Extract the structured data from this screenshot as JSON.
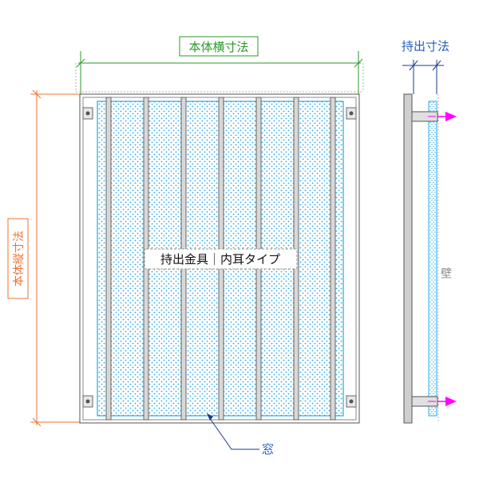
{
  "labels": {
    "width_dim": "本体横寸法",
    "height_dim": "本体縦寸法",
    "projection_dim": "持出寸法",
    "wall": "壁",
    "window": "窓",
    "center_label": "持出金具｜内耳タイプ"
  },
  "colors": {
    "green": "#2a9a2a",
    "orange": "#f07030",
    "blue_text": "#2060c0",
    "navy": "#1a3a8a",
    "cyan": "#29a8e0",
    "magenta": "#ff00ff",
    "frame_gray": "#a8a8a8",
    "frame_dark": "#555555",
    "wall_gray": "#888888"
  },
  "icons": {
    "arrow": "arrow-right-icon",
    "screw": "screw-icon"
  }
}
